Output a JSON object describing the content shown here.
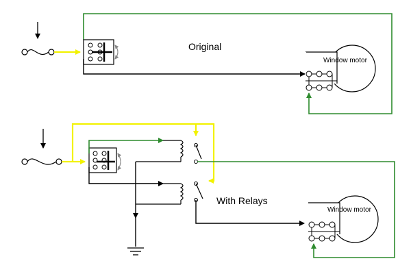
{
  "labels": {
    "original": "Original",
    "with_relays": "With Relays",
    "motor_top": "Window motor",
    "motor_bottom": "Window motor"
  },
  "colors": {
    "power_wire": "#f2f200",
    "ground_return_wire": "#2e8b2e",
    "signal_wire": "#000000",
    "switch_arrow": "#888888"
  },
  "icons": {
    "power_input": "arrow-down-icon",
    "fuse": "fuse-icon",
    "window_switch": "rocker-switch-icon",
    "relay": "relay-coil-icon",
    "ground": "ground-symbol-icon",
    "motor": "motor-icon"
  }
}
